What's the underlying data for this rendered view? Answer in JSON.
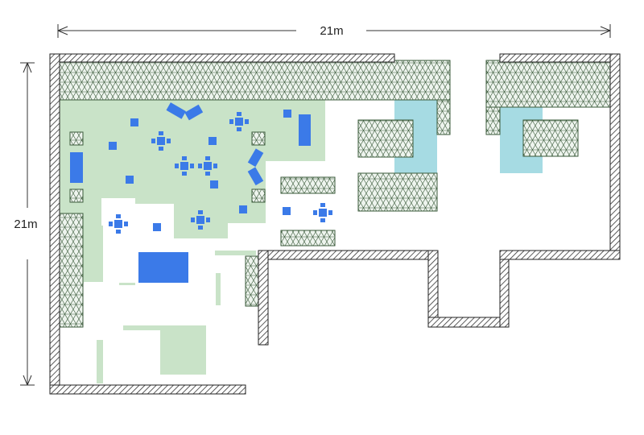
{
  "dimensions": {
    "width_label": "21m",
    "height_label": "21m"
  },
  "colors": {
    "wall_hatch": "#333333",
    "wall_fill": "#ffffff",
    "planting_zone": "#c9e3c8",
    "planting_pattern": "#3a5a3a",
    "water": "#a6dbe3",
    "furniture": "#3b7ae8",
    "dimension_line": "#333333"
  },
  "legend_free_plan": {
    "symbols": [
      "hatched-wall",
      "patterned-planter",
      "green-lawn-zone",
      "water-feature",
      "blue-furniture"
    ]
  }
}
